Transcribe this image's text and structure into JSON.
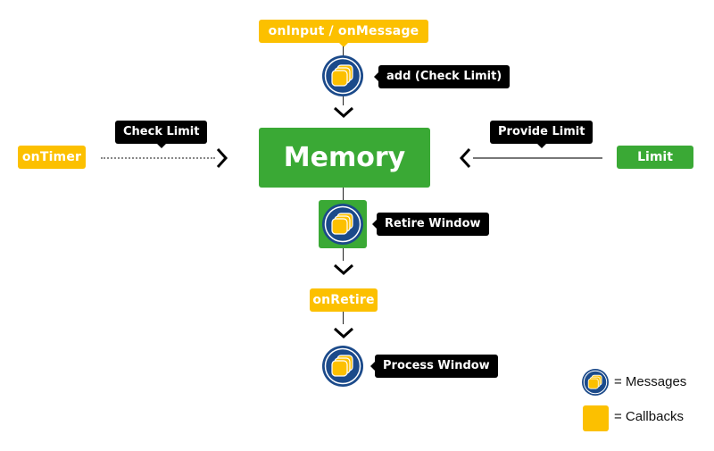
{
  "colors": {
    "callback": "#fcc000",
    "node": "#3aa935",
    "message_circle": "#1b4a8a",
    "tooltip": "#000000"
  },
  "nodes": {
    "on_input": "onInput / onMessage",
    "on_timer": "onTimer",
    "memory": "Memory",
    "limit": "Limit",
    "on_retire": "onRetire"
  },
  "tooltips": {
    "add": "add (Check Limit)",
    "check_limit": "Check Limit",
    "provide_limit": "Provide Limit",
    "retire_window": "Retire Window",
    "process_window": "Process Window"
  },
  "legend": {
    "messages": "= Messages",
    "callbacks": "= Callbacks"
  },
  "icons": {
    "message": "message-stack-icon",
    "chevron_down": "chevron-down-icon",
    "chevron_right": "chevron-right-icon",
    "chevron_left": "chevron-left-icon"
  }
}
